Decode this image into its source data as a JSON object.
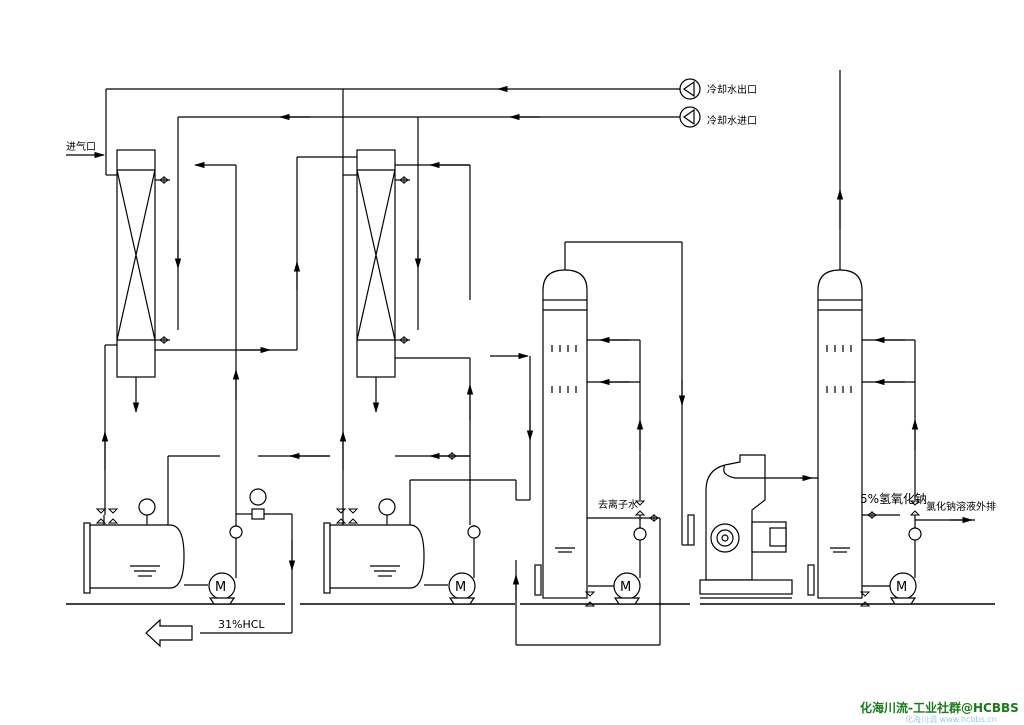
{
  "labels": {
    "inlet_gas": "进气口",
    "cooling_water_outlet": "冷却水出口",
    "cooling_water_inlet": "冷却水进口",
    "deionized_water": "去离子水",
    "naoh_5pct": "5%氢氧化钠",
    "naocl_out": "氯化钠溶液外排",
    "product_hcl": "31%HCL"
  },
  "watermark": {
    "text": "化海川流-工业社群@HCBBS",
    "subtext": "化海川流 www.hcbbs.cn"
  },
  "colors": {
    "line": "#000000",
    "background": "#ffffff",
    "watermark": "#1a7a1a"
  }
}
